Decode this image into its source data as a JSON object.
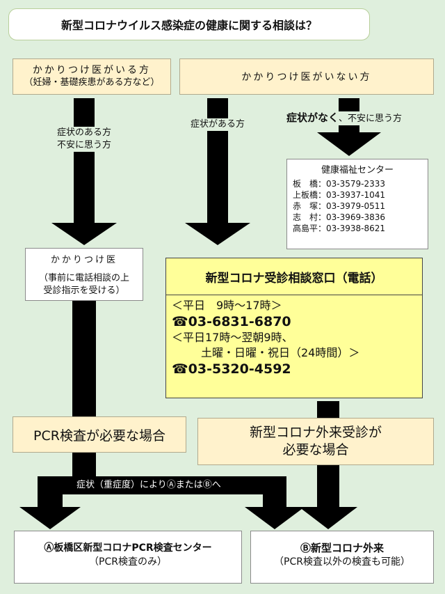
{
  "title": "新型コロナウイルス感染症の健康に関する相談は？",
  "has_doctor": {
    "line1": "かかりつけ医がいる方",
    "line2": "（妊婦・基礎疾患がある方など）"
  },
  "no_doctor": "かかりつけ医がいない方",
  "arrow_labels": {
    "symptoms_anxious_1": "症状のある方",
    "symptoms_anxious_2": "不安に思う方",
    "has_symptoms": "症状がある方",
    "no_symptoms_bold": "症状がなく",
    "no_symptoms_rest": "、不安に思う方",
    "severity": "症状（重症度）によりⒶまたはⒷへ"
  },
  "health_center": {
    "title": "健康福祉センター",
    "rows": [
      {
        "area": "板　橋",
        "tel": "：03-3579-2333"
      },
      {
        "area": "上板橋",
        "tel": "：03-3937-1041"
      },
      {
        "area": "赤　塚",
        "tel": "：03-3979-0511"
      },
      {
        "area": "志　村",
        "tel": "：03-3969-3836"
      },
      {
        "area": "高島平",
        "tel": "：03-3938-8621"
      }
    ]
  },
  "family_doctor": {
    "title": "かかりつけ医",
    "note1": "（事前に電話相談の上",
    "note2": "受診指示を受ける）"
  },
  "consult": {
    "title": "新型コロナ受診相談窓口（電話）",
    "weekday": "＜平日　9時～17時＞",
    "phone1": "☎03-6831-6870",
    "night1": "＜平日17時～翌朝9時、",
    "night2": "土曜・日曜・祝日（24時間）＞",
    "phone2": "☎03-5320-4592"
  },
  "pcr_needed": "PCR検査が必要な場合",
  "outpatient_needed": {
    "line1": "新型コロナ外来受診が",
    "line2": "必要な場合"
  },
  "dest_a": {
    "title": "Ⓐ板橋区新型コロナPCR検査センター",
    "note": "（PCR検査のみ）"
  },
  "dest_b": {
    "title": "Ⓑ新型コロナ外来",
    "note": "（PCR検査以外の検査も可能）"
  },
  "colors": {
    "background": "#dfefdd",
    "cream": "#fff2cc",
    "yellow": "#ffff99",
    "arrow": "#000000"
  }
}
